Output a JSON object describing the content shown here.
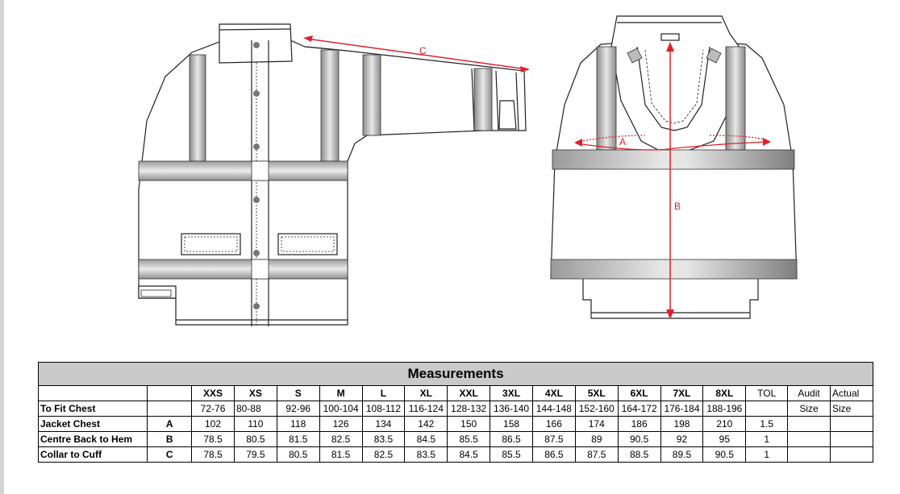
{
  "diagram": {
    "label_a": "A",
    "label_b": "B",
    "label_c": "C",
    "accent_color": "#e0202a"
  },
  "table": {
    "title": "Measurements",
    "sizes": [
      "XXS",
      "XS",
      "S",
      "M",
      "L",
      "XL",
      "XXL",
      "3XL",
      "4XL",
      "5XL",
      "6XL",
      "7XL",
      "8XL"
    ],
    "tol_label": "TOL",
    "audit_label_top": "Audit",
    "audit_label_bottom": "Size",
    "actual_label_top": "Actual",
    "actual_label_bottom": "Size",
    "fit_chest_label": "To Fit Chest",
    "fit_chest": [
      "72-76",
      "80-88",
      "92-96",
      "100-104",
      "108-112",
      "116-124",
      "128-132",
      "136-140",
      "144-148",
      "152-160",
      "164-172",
      "176-184",
      "188-196"
    ],
    "rows": [
      {
        "label": "Jacket Chest",
        "letter": "A",
        "values": [
          "102",
          "110",
          "118",
          "126",
          "134",
          "142",
          "150",
          "158",
          "166",
          "174",
          "186",
          "198",
          "210"
        ],
        "tol": "1.5"
      },
      {
        "label": "Centre Back to Hem",
        "letter": "B",
        "values": [
          "78.5",
          "80.5",
          "81.5",
          "82.5",
          "83.5",
          "84.5",
          "85.5",
          "86.5",
          "87.5",
          "89",
          "90.5",
          "92",
          "95"
        ],
        "tol": "1"
      },
      {
        "label": "Collar to Cuff",
        "letter": "C",
        "values": [
          "78.5",
          "79.5",
          "80.5",
          "81.5",
          "82.5",
          "83.5",
          "84.5",
          "85.5",
          "86.5",
          "87.5",
          "88.5",
          "89.5",
          "90.5"
        ],
        "tol": "1"
      }
    ]
  }
}
